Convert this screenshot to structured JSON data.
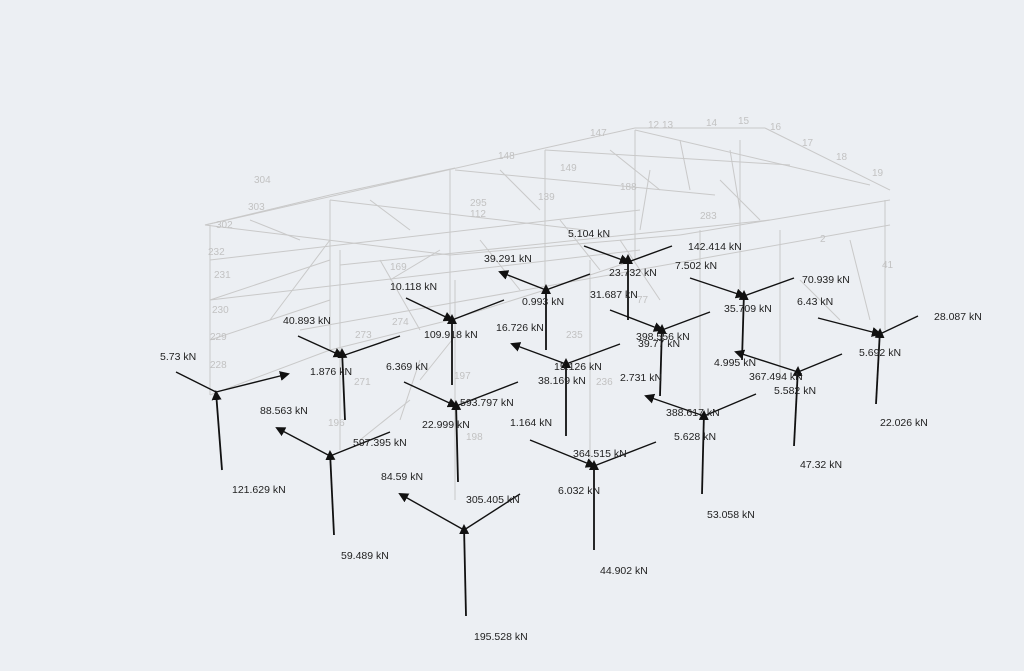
{
  "frame_label_samples": [
    "147",
    "12",
    "13",
    "14",
    "15",
    "16",
    "17",
    "18",
    "19",
    "148",
    "304",
    "303",
    "302",
    "232",
    "231",
    "230",
    "229",
    "228",
    "196",
    "198",
    "197",
    "236",
    "235",
    "77",
    "41",
    "2",
    "169",
    "274",
    "273",
    "271",
    "283",
    "295",
    "112",
    "139",
    "149",
    "188"
  ],
  "reactions": [
    {
      "name": "node-a",
      "labels": [
        "5.73 kN",
        "121.629 kN"
      ]
    },
    {
      "name": "node-b",
      "labels": [
        "40.893 kN",
        "1.876 kN"
      ]
    },
    {
      "name": "node-c",
      "labels": [
        "88.563 kN",
        "597.395 kN",
        "59.489 kN"
      ]
    },
    {
      "name": "node-d",
      "labels": [
        "10.118 kN",
        "109.918 kN"
      ]
    },
    {
      "name": "node-e",
      "labels": [
        "6.369 kN",
        "593.797 kN",
        "22.999 kN"
      ]
    },
    {
      "name": "node-f",
      "labels": [
        "84.59 kN",
        "305.405 kN",
        "195.528 kN"
      ]
    },
    {
      "name": "node-g",
      "labels": [
        "39.291 kN",
        "0.993 kN",
        "16.726 kN"
      ]
    },
    {
      "name": "node-h",
      "labels": [
        "5.104 kN",
        "23.732 kN",
        "31.687 kN"
      ]
    },
    {
      "name": "node-i",
      "labels": [
        "142.414 kN"
      ]
    },
    {
      "name": "node-j",
      "labels": [
        "1.164 kN",
        "364.515 kN",
        "6.032 kN",
        "44.902 kN"
      ]
    },
    {
      "name": "node-k",
      "labels": [
        "15.126 kN",
        "38.169 kN"
      ]
    },
    {
      "name": "node-l",
      "labels": [
        "398.556 kN",
        "39.77 kN"
      ]
    },
    {
      "name": "node-m",
      "labels": [
        "2.731 kN",
        "388.617 kN",
        "5.628 kN",
        "53.058 kN"
      ]
    },
    {
      "name": "node-n",
      "labels": [
        "7.502 kN",
        "35.709 kN"
      ]
    },
    {
      "name": "node-o",
      "labels": [
        "70.939 kN",
        "6.43 kN",
        "4.995 kN"
      ]
    },
    {
      "name": "node-p",
      "labels": [
        "367.494 kN",
        "5.582 kN",
        "47.32 kN"
      ]
    },
    {
      "name": "node-q",
      "labels": [
        "28.087 kN",
        "5.692 kN",
        "22.026 kN"
      ]
    }
  ]
}
